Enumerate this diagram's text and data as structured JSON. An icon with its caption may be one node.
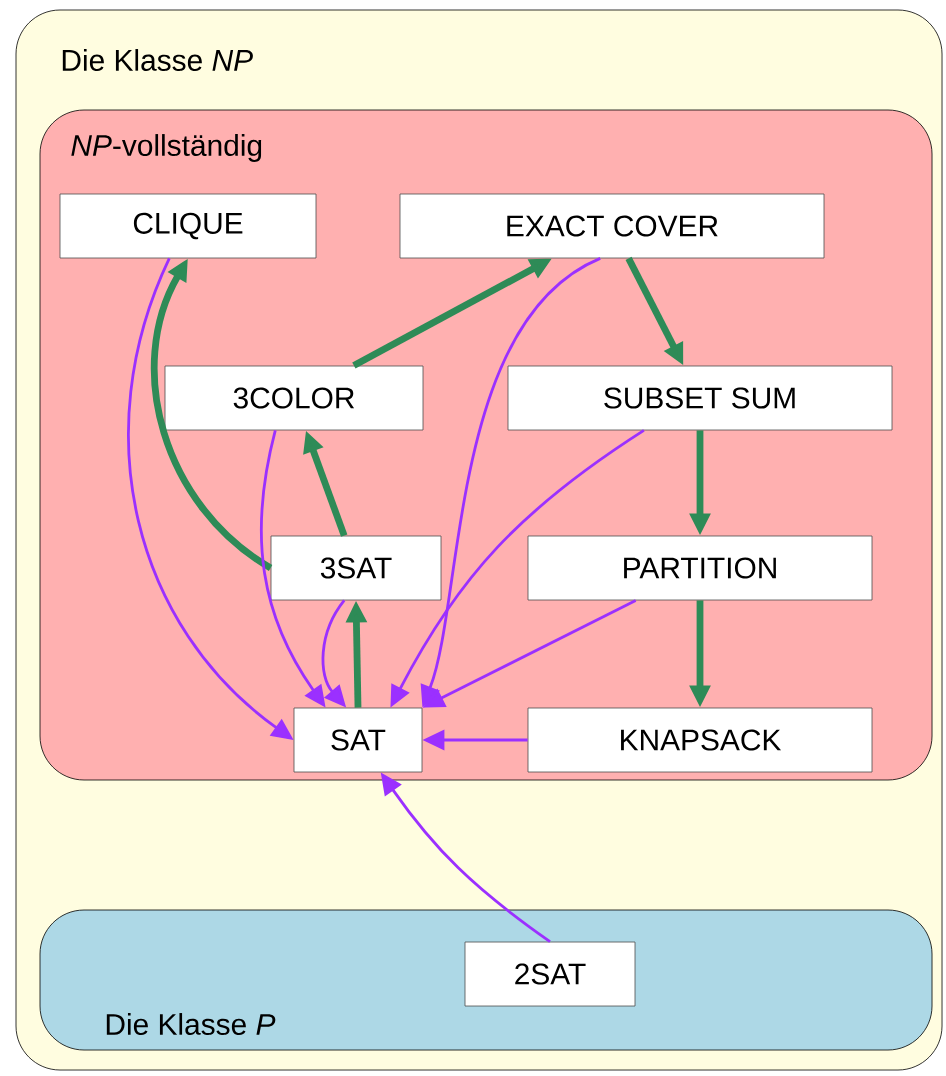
{
  "diagram": {
    "nodes": [
      {
        "text": [
          "Die Klasse *NP*"
        ]
      },
      {
        "text": [
          "*NP*-vollständig"
        ],
        "in": 0
      },
      {
        "text": [
          "CLIQUE"
        ],
        "in": 1
      },
      {
        "text": [
          "EXACT COVER"
        ],
        "in": 1
      },
      {
        "text": [
          "3COLOR"
        ],
        "in": 1
      },
      {
        "text": [
          "SUBSET SUM"
        ],
        "in": 1
      },
      {
        "text": [
          "3SAT"
        ],
        "in": 1
      },
      {
        "text": [
          "PARTITION"
        ],
        "in": 1
      },
      {
        "text": [
          "SAT"
        ],
        "in": 1
      },
      {
        "text": [
          "KNAPSACK"
        ],
        "in": 1
      },
      {
        "text": [
          "Die Klasse *P*"
        ],
        "in": 0
      },
      {
        "text": [
          "2SAT"
        ],
        "in": 10
      }
    ],
    "edges": [
      {
        "from": 8,
        "to": 6,
        "arrow": "to",
        "style": "thick",
        "color": "#2e8b57"
      },
      {
        "from": 6,
        "to": 4,
        "arrow": "to",
        "style": "thick",
        "color": "#2e8b57"
      },
      {
        "from": 6,
        "to": 2,
        "arrow": "to",
        "style": "thick",
        "color": "#2e8b57"
      },
      {
        "from": 4,
        "to": 3,
        "arrow": "to",
        "style": "thick",
        "color": "#2e8b57"
      },
      {
        "from": 3,
        "to": 5,
        "arrow": "to",
        "style": "thick",
        "color": "#2e8b57"
      },
      {
        "from": 5,
        "to": 7,
        "arrow": "to",
        "style": "thick",
        "color": "#2e8b57"
      },
      {
        "from": 7,
        "to": 9,
        "arrow": "to",
        "style": "thick",
        "color": "#2e8b57"
      },
      {
        "from": 2,
        "to": 8,
        "arrow": "to"
      },
      {
        "from": 3,
        "to": 8,
        "arrow": "to"
      },
      {
        "from": 4,
        "to": 8,
        "arrow": "to"
      },
      {
        "from": 6,
        "to": 8,
        "arrow": "to"
      },
      {
        "from": 5,
        "to": 8,
        "arrow": "to"
      },
      {
        "from": 7,
        "to": 8,
        "arrow": "to"
      },
      {
        "from": 9,
        "to": 8,
        "arrow": "to"
      },
      {
        "from": 11,
        "to": 8,
        "arrow": "to"
      }
    ]
  }
}
